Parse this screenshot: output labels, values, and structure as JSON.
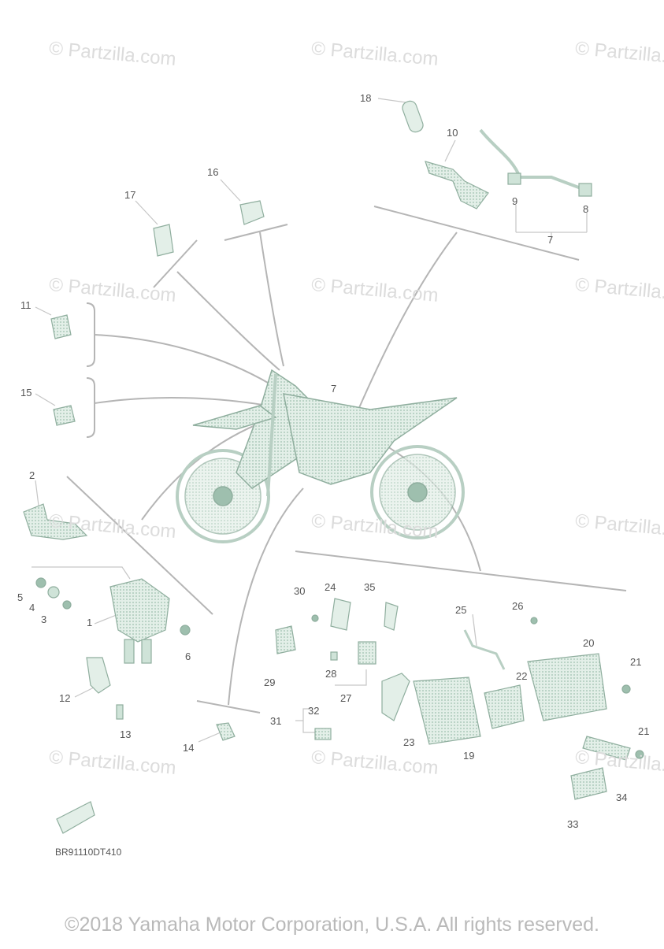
{
  "watermark_text": "© Partzilla.com",
  "diagram_code": "BR91110DT410",
  "copyright": "©2018 Yamaha Motor Corporation, U.S.A. All rights reserved.",
  "part_numbers": [
    "1",
    "2",
    "3",
    "4",
    "5",
    "6",
    "7",
    "8",
    "9",
    "10",
    "11",
    "12",
    "13",
    "14",
    "15",
    "16",
    "17",
    "18",
    "19",
    "20",
    "21",
    "22",
    "23",
    "24",
    "25",
    "26",
    "27",
    "28",
    "29",
    "30",
    "31",
    "32",
    "33",
    "34",
    "35"
  ],
  "colors": {
    "parts": "#cfe3d8",
    "outline": "#8fae9e",
    "leader": "#b5b5b5",
    "label": "#555555"
  }
}
